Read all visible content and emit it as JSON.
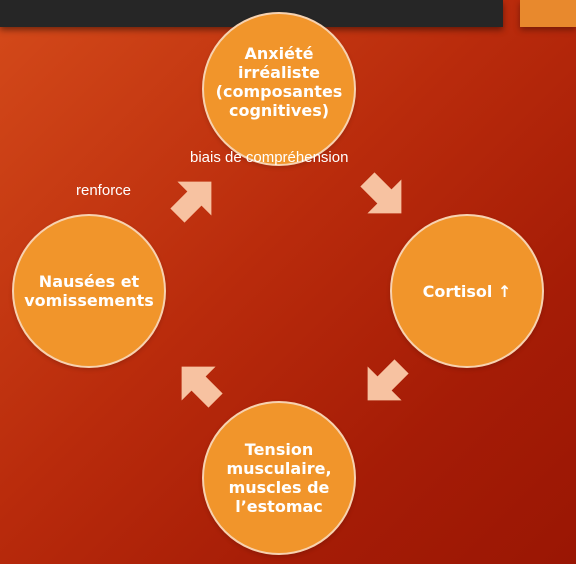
{
  "nodes": {
    "top": "Anxiété irréaliste\n(composantes cognitives)",
    "right": "Cortisol ↑",
    "bottom": "Tension musculaire, muscles de l’estomac",
    "left": "Nausées et\nvomissements"
  },
  "labels": {
    "top": "biais de compréhension",
    "left": "renforce"
  },
  "colors": {
    "node_fill": "#f1952b",
    "arrow_fill": "#f7c2a1"
  }
}
